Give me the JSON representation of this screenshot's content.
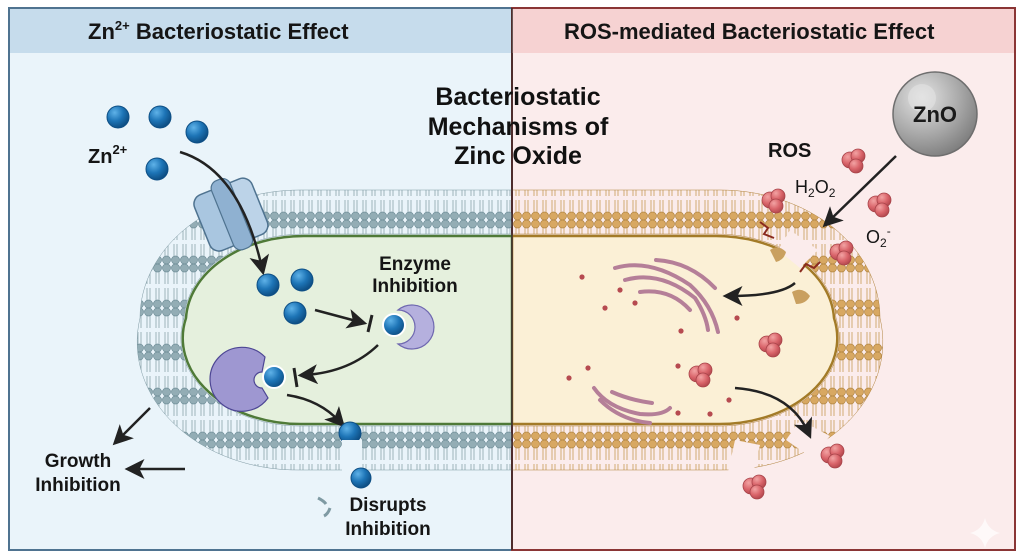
{
  "figure": {
    "main_title_lines": [
      "Bacteriostatic",
      "Mechanisms of",
      "Zinc Oxide"
    ]
  },
  "left_panel": {
    "title_base": "Zn",
    "title_sup": "2+",
    "title_rest": " Bacteriostatic Effect",
    "ion_label_base": "Zn",
    "ion_label_sup": "2+",
    "enzyme_label_lines": [
      "Enzyme",
      "Inhibition"
    ],
    "growth_label_lines": [
      "Growth",
      "Inhibition"
    ],
    "disrupts_label_lines": [
      "Disrupts",
      "Inhibition"
    ],
    "colors": {
      "header_bg": "#c6dcec",
      "panel_bg": "#eaf4fa",
      "border": "#4f7390",
      "cytoplasm": "#e5f0dd",
      "inner_membrane": "#4f7a38",
      "lipid_head": "#8faab2",
      "zinc_ion": "#1a6fb0",
      "enzyme": "#a8a2d6",
      "channel": "#a9c6e0"
    }
  },
  "right_panel": {
    "title": "ROS-mediated Bacteriostatic Effect",
    "particle_label": "ZnO",
    "ros_label": "ROS",
    "h2o2": {
      "parts": [
        "H",
        "2",
        "O",
        "2"
      ]
    },
    "superoxide": {
      "base": "O",
      "sub": "2",
      "sup": "-"
    },
    "colors": {
      "header_bg": "#f6d2d2",
      "panel_bg": "#fbecec",
      "border": "#8a3535",
      "cytoplasm": "#fbf0d6",
      "inner_membrane": "#a37b28",
      "lipid_head": "#d6a55c",
      "ros_molecule": "#d9646a",
      "dna": "#b57f98",
      "zno": "#a7a7a7"
    }
  }
}
